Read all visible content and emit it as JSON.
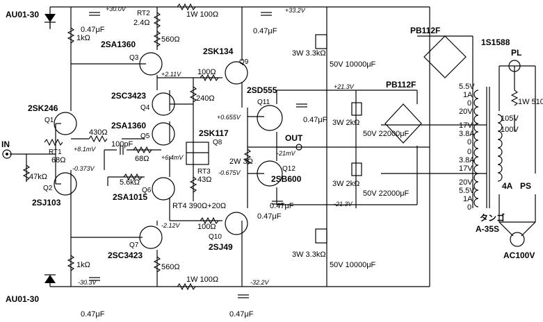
{
  "labels": {
    "d_top": "AU01-30",
    "d_bot": "AU01-30",
    "in": "IN",
    "out": "OUT",
    "pb1": "PB112F",
    "pb2": "PB112F",
    "d_pl": "1S1588",
    "pl": "PL",
    "trans_brand": "タンゴ",
    "trans_model": "A-35S",
    "ac": "AC100V",
    "ps": "PS",
    "fuse": "4A"
  },
  "parts": {
    "q3": "2SA1360",
    "q3_ref": "Q3",
    "q9": "2SK134",
    "q9_ref": "Q9",
    "q4": "2SC3423",
    "q4_ref": "Q4",
    "q5": "2SA1360",
    "q5_ref": "Q5",
    "q6": "2SA1015",
    "q6_ref": "Q6",
    "q8": "2SK117",
    "q8_ref": "Q8",
    "q1": "2SK246",
    "q1_ref": "Q1",
    "q2": "2SJ103",
    "q2_ref": "Q2",
    "q7": "2SC3423",
    "q7_ref": "Q7",
    "q10": "2SJ49",
    "q10_ref": "Q10",
    "q11": "2SD555",
    "q11_ref": "Q11",
    "q12": "2SB600",
    "q12_ref": "Q12"
  },
  "values": {
    "rt2_name": "RT2",
    "rt2": "2.4Ω",
    "r1w_top": "1W 100Ω",
    "r1w_bot": "1W 100Ω",
    "r1k_top": "1kΩ",
    "r1k_bot": "1kΩ",
    "r560_top": "560Ω",
    "r560_bot": "560Ω",
    "r100_top": "100Ω",
    "r100_bot": "100Ω",
    "r240": "240Ω",
    "r430": "430Ω",
    "c100p": "100pF",
    "r68a": "68Ω",
    "rt1_name": "RT1",
    "rt1": "68Ω",
    "r47k": "47kΩ",
    "r5k6": "5.6kΩ",
    "rt3_name": "RT3",
    "rt3": "43Ω",
    "rt4": "RT4 390Ω+20Ω",
    "r2w3": "2W 3Ω",
    "c047_1": "0.47μF",
    "c047_2": "0.47μF",
    "c047_3": "0.47μF",
    "c047_4": "0.47μF",
    "c047_5": "0.47μF",
    "c047_6": "0.47μF",
    "c047_7": "0.47μF",
    "r3w33_top": "3W 3.3kΩ",
    "c10000_top": "50V 10000μF",
    "r3w33_bot": "3W 3.3kΩ",
    "c10000_bot": "50V 10000μF",
    "r3w2k_top": "3W 2kΩ",
    "c22000_top": "50V 22000μF",
    "r3w2k_bot": "3W 2kΩ",
    "c22000_bot": "50V 22000μF",
    "r510": "1W 510Ω"
  },
  "voltages": {
    "v30p": "+30.0V",
    "v332p": "+33.2V",
    "v211": "+2.11V",
    "v213p": "+21.3V",
    "v0655": "+0.655V",
    "v81": "+8.1mV",
    "v0373": "-0.373V",
    "v64": "+6.4mV",
    "v21mv": "-21mV",
    "v0675": "-0.675V",
    "v212": "-2.12V",
    "v213m": "-21.3V",
    "v303m": "-30.3V",
    "v322m": "-32.2V"
  },
  "transformer": {
    "t1": "5.5V",
    "t2": "1A",
    "t3": "0",
    "t4": "20V",
    "t5": "17V",
    "t6": "3.8A",
    "t7": "0",
    "t8": "0",
    "t9": "3.8A",
    "t10": "17V",
    "t11": "20V",
    "t12": "5.5V",
    "t13": "1A",
    "t14": "0",
    "p1": "105V",
    "p2": "100V"
  }
}
